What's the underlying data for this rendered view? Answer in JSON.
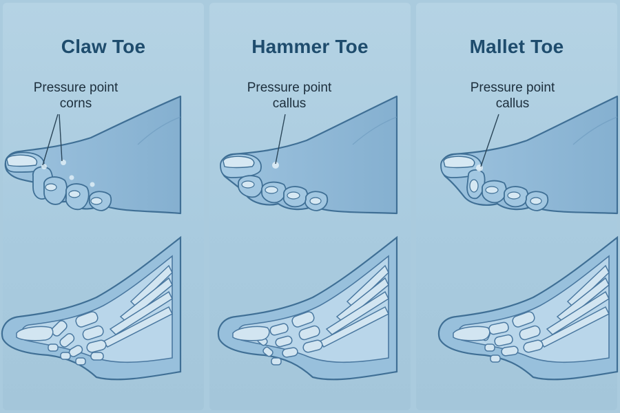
{
  "colors": {
    "background": "#aacbde",
    "title": "#1e4c6d",
    "label": "#1c2e3c",
    "skin_fill": "#8fb8d6",
    "skin_outline": "#3f6f95",
    "bone_fill": "#cfe2ee",
    "bone_outline": "#4a78a0"
  },
  "panels": [
    {
      "title": "Claw Toe",
      "label_line1": "Pressure point",
      "label_line2": "corns",
      "skin_icon": "foot-skin-side-view",
      "bone_icon": "foot-bone-structure"
    },
    {
      "title": "Hammer Toe",
      "label_line1": "Pressure point",
      "label_line2": "callus",
      "skin_icon": "foot-skin-side-view",
      "bone_icon": "foot-bone-structure"
    },
    {
      "title": "Mallet Toe",
      "label_line1": "Pressure point",
      "label_line2": "callus",
      "skin_icon": "foot-skin-side-view",
      "bone_icon": "foot-bone-structure"
    }
  ]
}
